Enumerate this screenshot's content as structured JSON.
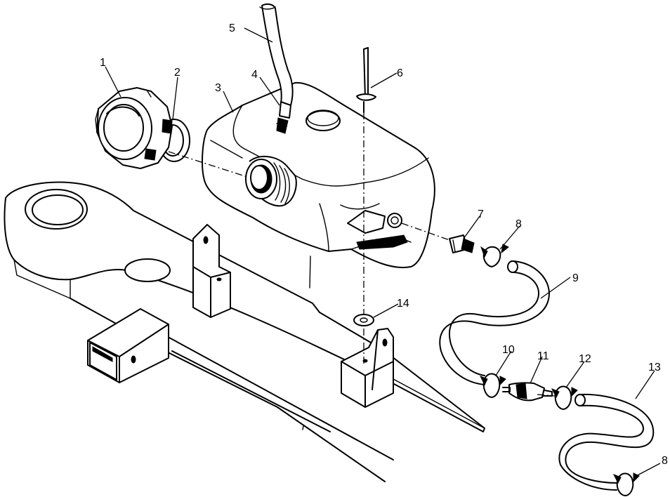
{
  "diagram": {
    "callouts": [
      "1",
      "2",
      "3",
      "4",
      "5",
      "6",
      "7",
      "8",
      "9",
      "10",
      "11",
      "12",
      "13",
      "14",
      "8"
    ]
  }
}
